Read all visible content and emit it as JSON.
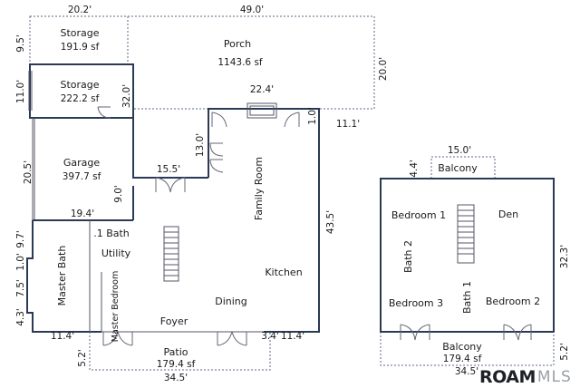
{
  "rooms": {
    "porch": "Porch",
    "porch_area": "1143.6 sf",
    "storage1": "Storage",
    "storage1_area": "191.9 sf",
    "storage2": "Storage",
    "storage2_area": "222.2 sf",
    "garage": "Garage",
    "garage_area": "397.7 sf",
    "family_room": "Family Room",
    "half_bath": ".1 Bath",
    "utility": "Utility",
    "master_bath": "Master Bath",
    "master_bedroom": "Master Bedroom",
    "kitchen": "Kitchen",
    "dining": "Dining",
    "foyer": "Foyer",
    "patio": "Patio",
    "patio_area": "179.4 sf",
    "balcony_top": "Balcony",
    "bedroom1": "Bedroom 1",
    "den": "Den",
    "bath2": "Bath 2",
    "bath1": "Bath 1",
    "bedroom3": "Bedroom 3",
    "bedroom2": "Bedroom 2",
    "balcony_bottom": "Balcony",
    "balcony_bottom_area": "179.4 sf"
  },
  "dimensions": {
    "d_20_2": "20.2'",
    "d_49_0": "49.0'",
    "d_9_5": "9.5'",
    "d_11_0": "11.0'",
    "d_32_0": "32.0'",
    "d_20_0": "20.0'",
    "d_22_4": "22.4'",
    "d_1_0_top": "1.0'",
    "d_11_1": "11.1'",
    "d_13_0": "13.0'",
    "d_20_5": "20.5'",
    "d_15_5": "15.5'",
    "d_9_0": "9.0'",
    "d_19_4": "19.4'",
    "d_43_5": "43.5'",
    "d_9_7": "9.7'",
    "d_1_0_left": "1.0'",
    "d_7_5": "7.5'",
    "d_4_3": "4.3'",
    "d_11_4_left": "11.4'",
    "d_3_4": "3.4'",
    "d_11_4_right": "11.4'",
    "d_5_2_left": "5.2'",
    "d_34_5_left": "34.5'",
    "d_15_0": "15.0'",
    "d_4_4": "4.4'",
    "d_32_3": "32.3'",
    "d_5_2_right": "5.2'",
    "d_34_5_right": "34.5'"
  },
  "logo": {
    "main": "ROAM",
    "sub": "MLS"
  }
}
